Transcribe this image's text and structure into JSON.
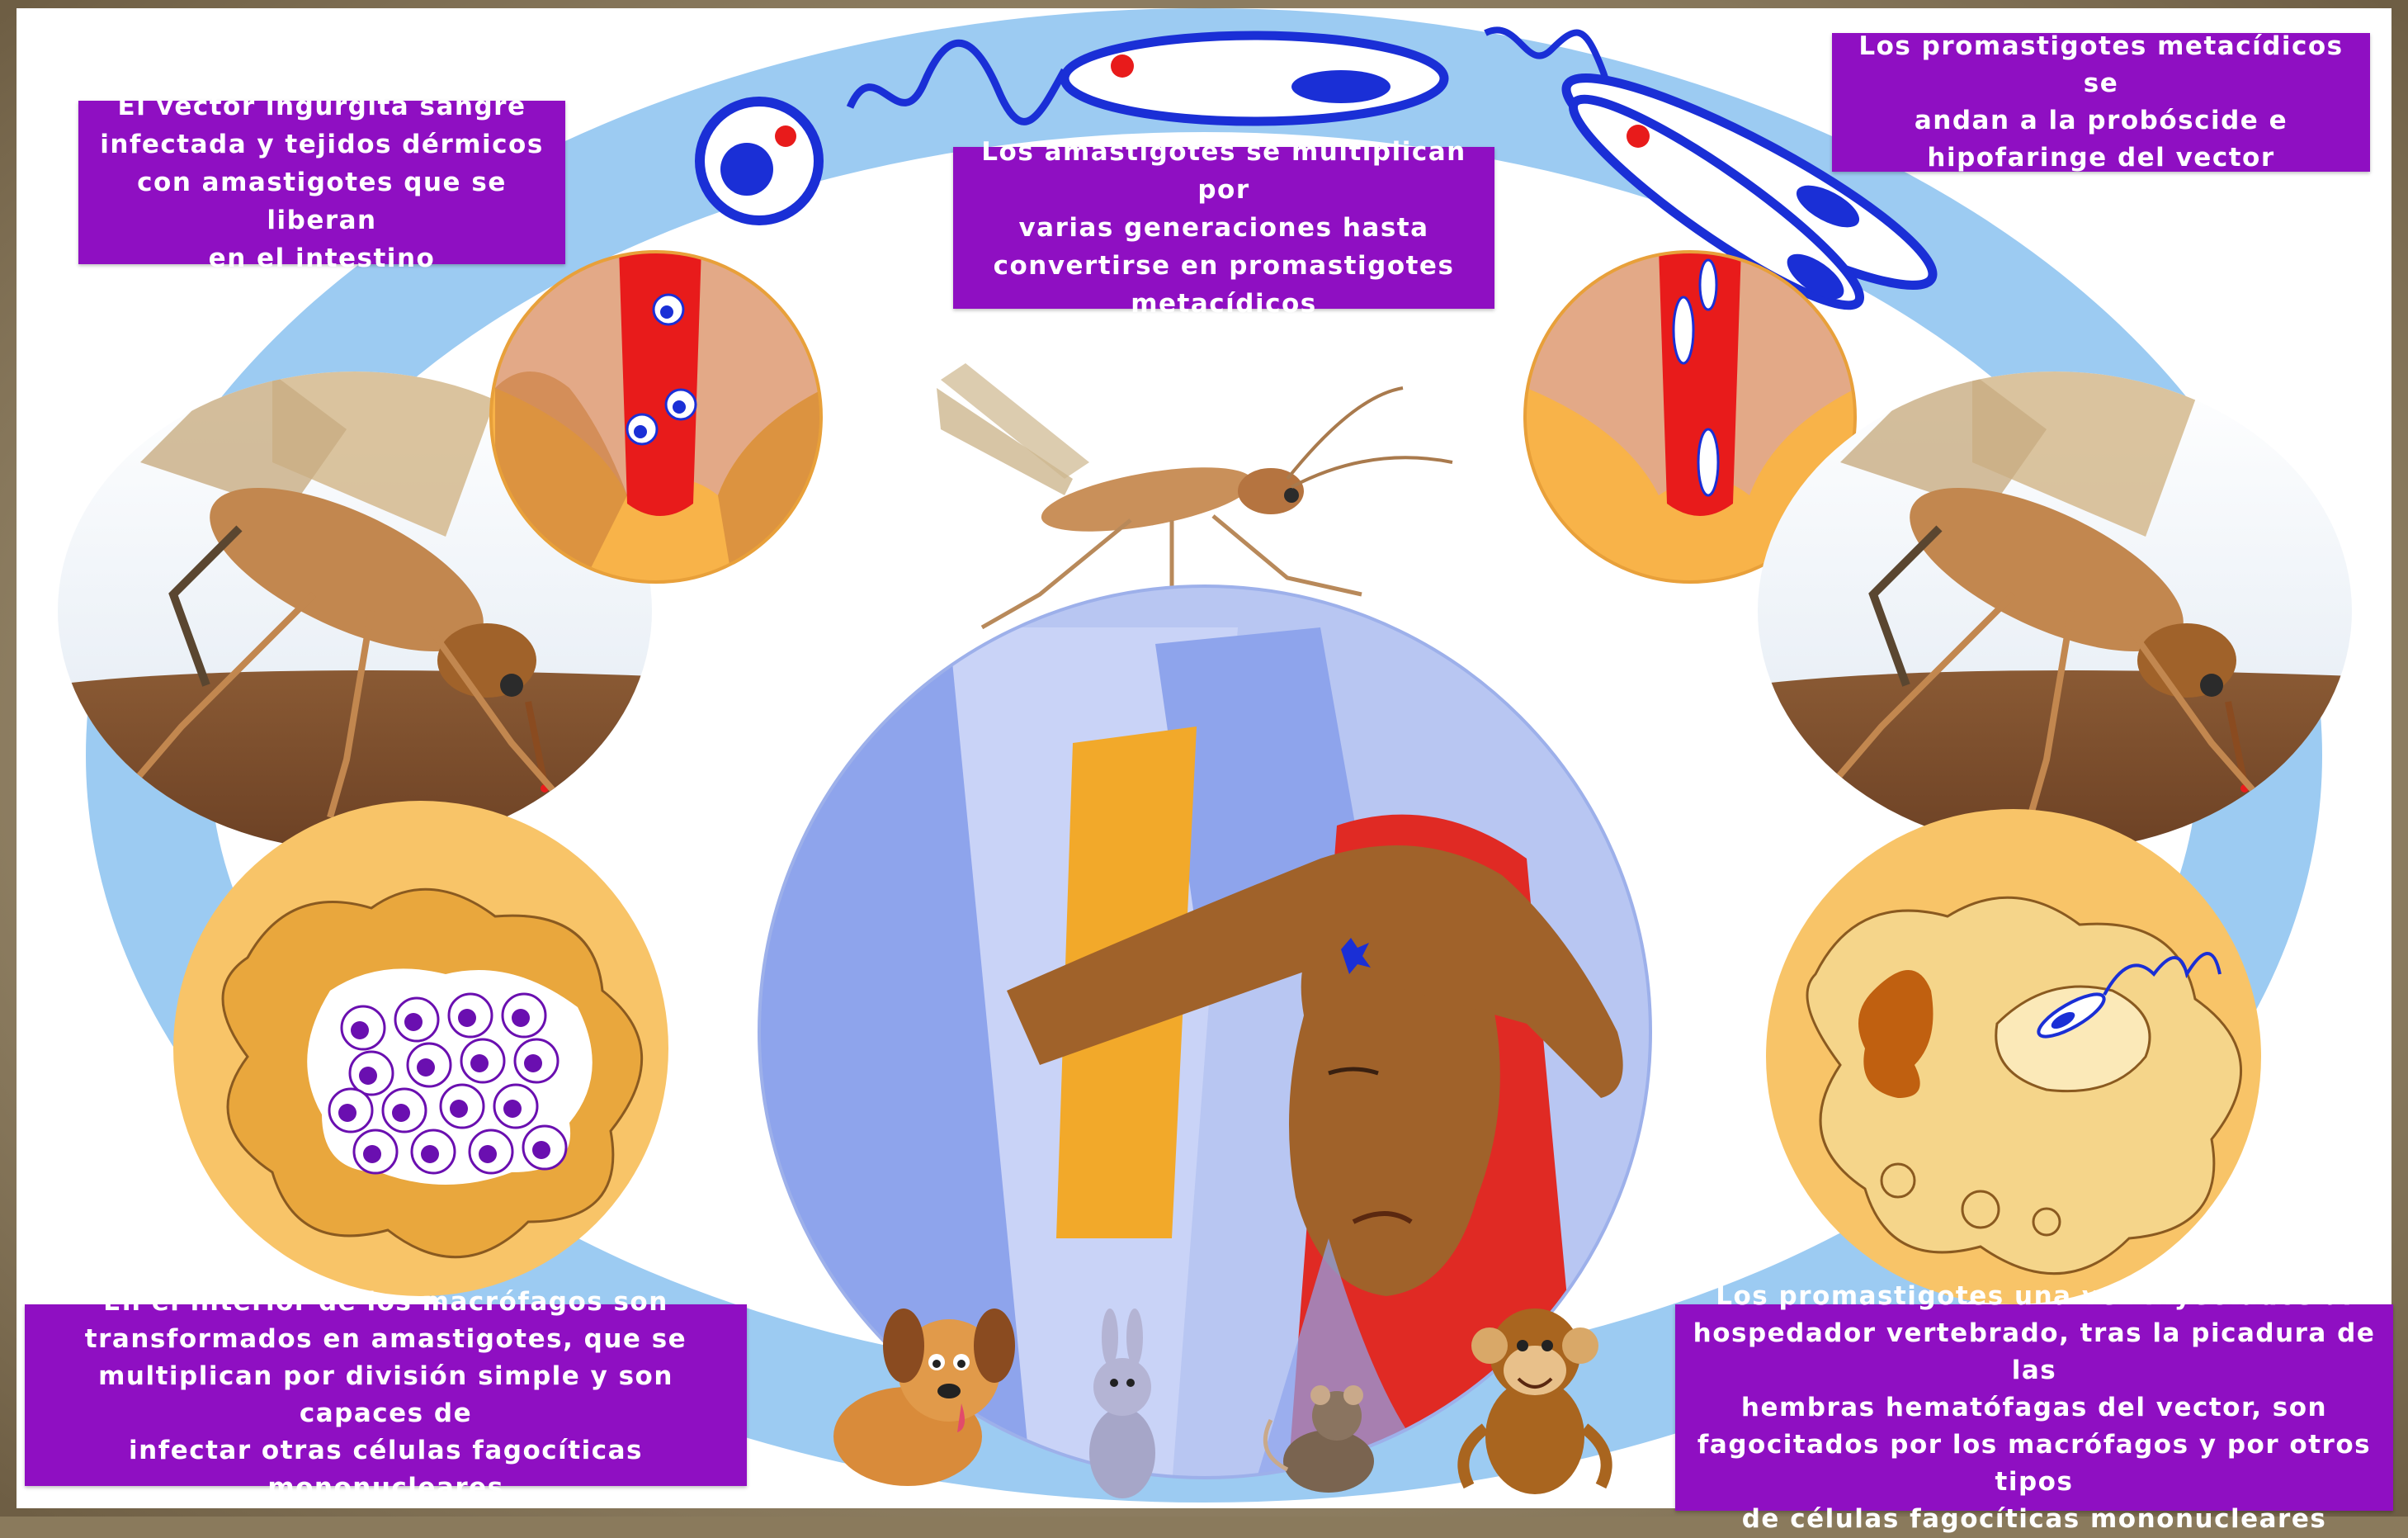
{
  "notes": {
    "vector_ingests": "El vector ingurgita sangre\ninfectada y tejidos dérmicos\ncon amastigotes que se liberan\nen el intestino",
    "amastigotes_multiply": "Los amastigotes se multiplican por\nvarias generaciones hasta\nconvertirse en promastigotes\nmetacídicos",
    "promastigotes_proboscis": "Los promastigotes metacídicos se\nandan a la probóscide e\nhipofaringe del vector",
    "macrophage_interior": "En el interior de los macrófagos son\ntransformados en amastigotes, que se\nmultiplican por división simple y son capaces de\ninfectar otras células fagocíticas mononucleares",
    "promastigotes_injected": "Los promastigotes una vez inyectados al\nhospedador vertebrado, tras la picadura de las\nhembras hematófagas del vector, son\nfagocitados por los macrófagos y por otros tipos\nde células fagocíticas mononucleares"
  },
  "colors": {
    "label_bg": "#8f0fc2",
    "cycle_ring": "#9ccbf2",
    "blood": "#e81b1b",
    "parasite": "#1a2fd6",
    "macrophage": "#f5c06a",
    "skin": "#a0622a"
  },
  "icons": [
    "sandfly-icon",
    "promastigote-icon",
    "amastigote-icon",
    "macrophage-icon",
    "dog-icon",
    "rabbit-icon",
    "rat-icon",
    "monkey-icon"
  ]
}
